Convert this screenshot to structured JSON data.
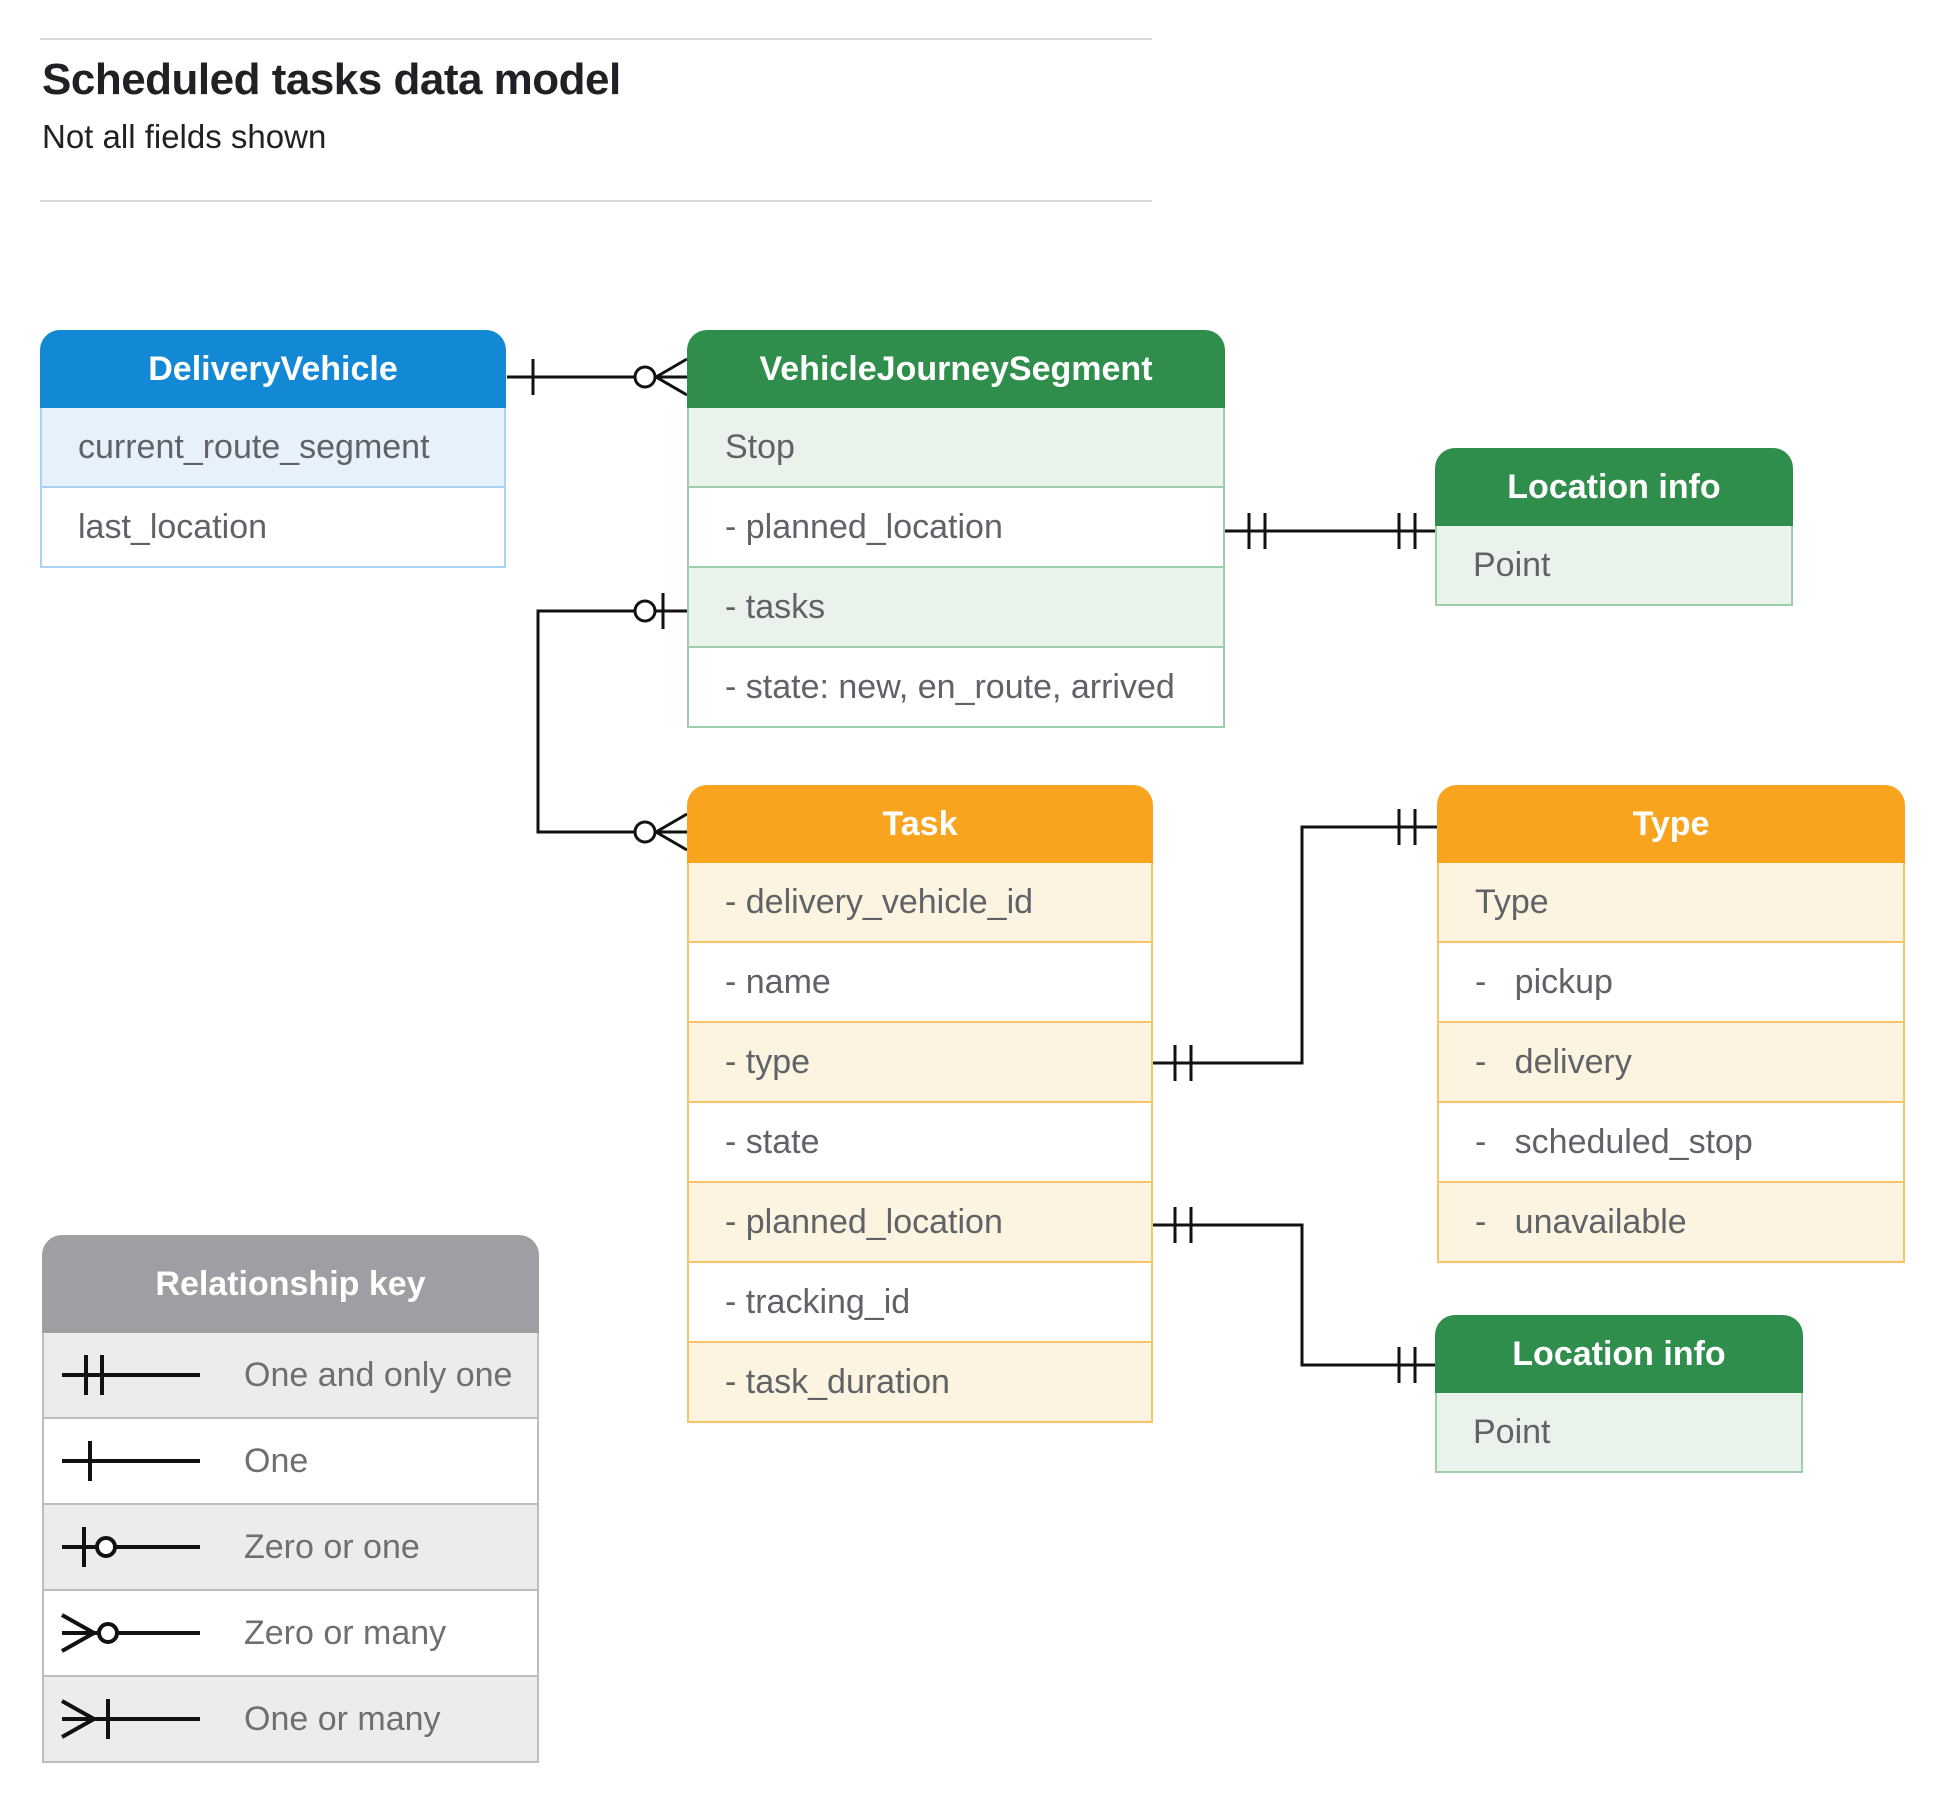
{
  "page": {
    "title": "Scheduled tasks data model",
    "subtitle": "Not all fields shown"
  },
  "colors": {
    "blue": "#1389d6",
    "blue-tint": "#e7f1fc",
    "blue-border": "#a9d2f4",
    "green": "#2f8e4b",
    "green-tint": "#e9f3ec",
    "green-border": "#9fceab",
    "orange": "#f8a41f",
    "orange-tint": "#fdf3e1",
    "orange-border": "#f9c467",
    "gray": "#9e9fa2",
    "gray-tint": "#ececec",
    "gray-border": "#bdbdbd",
    "row-text": "#5f6368",
    "title-text": "#202124",
    "key-text": "#6f6f6f",
    "rule": "#dadada",
    "line": "#111111"
  },
  "tables": {
    "delivery_vehicle": {
      "title": "DeliveryVehicle",
      "rows": [
        "current_route_segment",
        "last_location"
      ]
    },
    "vehicle_journey_segment": {
      "title": "VehicleJourneySegment",
      "rows": [
        "Stop",
        "- planned_location",
        "- tasks",
        "- state: new, en_route, arrived"
      ]
    },
    "location_info_1": {
      "title": "Location info",
      "rows": [
        "Point"
      ]
    },
    "task": {
      "title": "Task",
      "rows": [
        "- delivery_vehicle_id",
        "- name",
        "- type",
        "- state",
        "- planned_location",
        "- tracking_id",
        "- task_duration"
      ]
    },
    "type": {
      "title": "Type",
      "rows": [
        "Type",
        "-   pickup",
        "-   delivery",
        "-   scheduled_stop",
        "-   unavailable"
      ]
    },
    "location_info_2": {
      "title": "Location info",
      "rows": [
        "Point"
      ]
    }
  },
  "connectors": [
    {
      "from": "DeliveryVehicle",
      "to": "VehicleJourneySegment",
      "from_marker": "one",
      "to_marker": "zero-or-many"
    },
    {
      "from": "VehicleJourneySegment.planned_location",
      "to": "Location info",
      "from_marker": "one-and-only-one",
      "to_marker": "one-and-only-one"
    },
    {
      "from": "VehicleJourneySegment.tasks",
      "to": "Task",
      "from_marker": "zero-or-one",
      "to_marker": "zero-or-many"
    },
    {
      "from": "Task.type",
      "to": "Type",
      "from_marker": "one-and-only-one",
      "to_marker": "one-and-only-one"
    },
    {
      "from": "Task.planned_location",
      "to": "Location info",
      "from_marker": "one-and-only-one",
      "to_marker": "one-and-only-one"
    }
  ],
  "relationship_key": {
    "title": "Relationship key",
    "items": [
      {
        "symbol": "one-and-only-one",
        "label": "One and only one"
      },
      {
        "symbol": "one",
        "label": "One"
      },
      {
        "symbol": "zero-or-one",
        "label": "Zero or one"
      },
      {
        "symbol": "zero-or-many",
        "label": "Zero or many"
      },
      {
        "symbol": "one-or-many",
        "label": "One or many"
      }
    ]
  }
}
